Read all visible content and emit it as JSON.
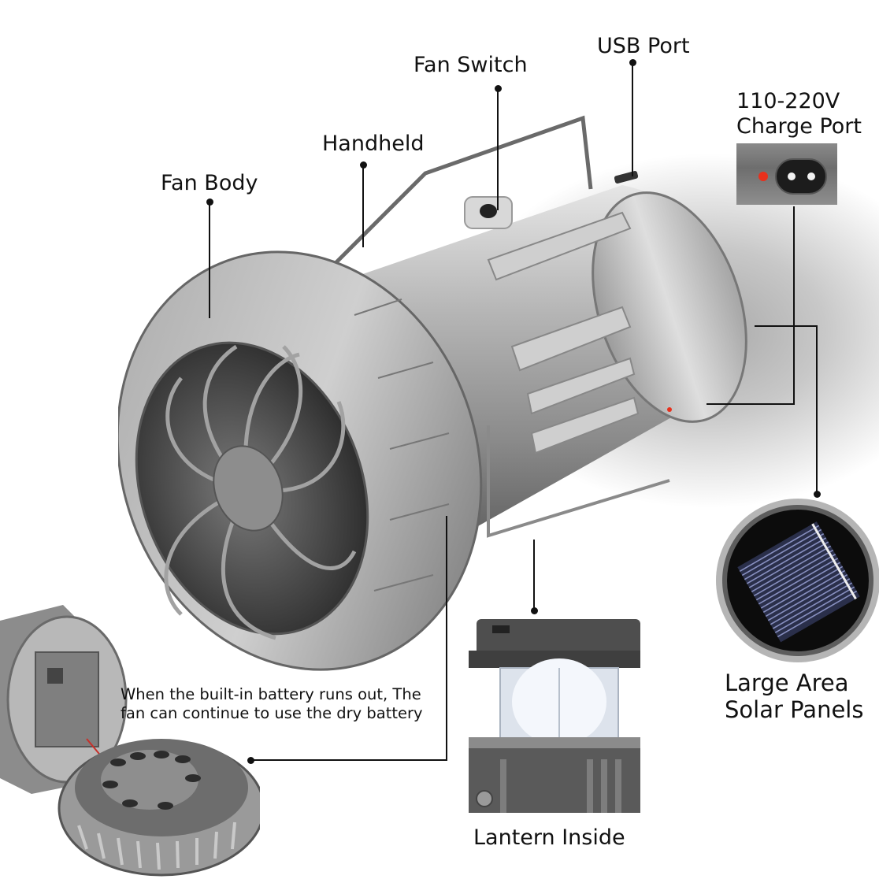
{
  "callouts": {
    "fan_switch": "Fan Switch",
    "usb_port": "USB Port",
    "charge_port_line1": "110-220V",
    "charge_port_line2": "Charge Port",
    "handheld": "Handheld",
    "fan_body": "Fan Body",
    "solar_line1": "Large Area",
    "solar_line2": "Solar Panels",
    "lantern_inside": "Lantern Inside",
    "battery_note_line1": "When the built-in battery runs out, The",
    "battery_note_line2": "fan can continue to use the dry battery"
  },
  "colors": {
    "text": "#111111",
    "leader_line": "#111111",
    "metal_light": "#d9d9d9",
    "metal_mid": "#9a9a9a",
    "metal_dark": "#4a4a4a",
    "charge_indicator": "#e8301c",
    "solar_cell": "#2a2f4a",
    "lantern_glow": "#eef3fb"
  }
}
